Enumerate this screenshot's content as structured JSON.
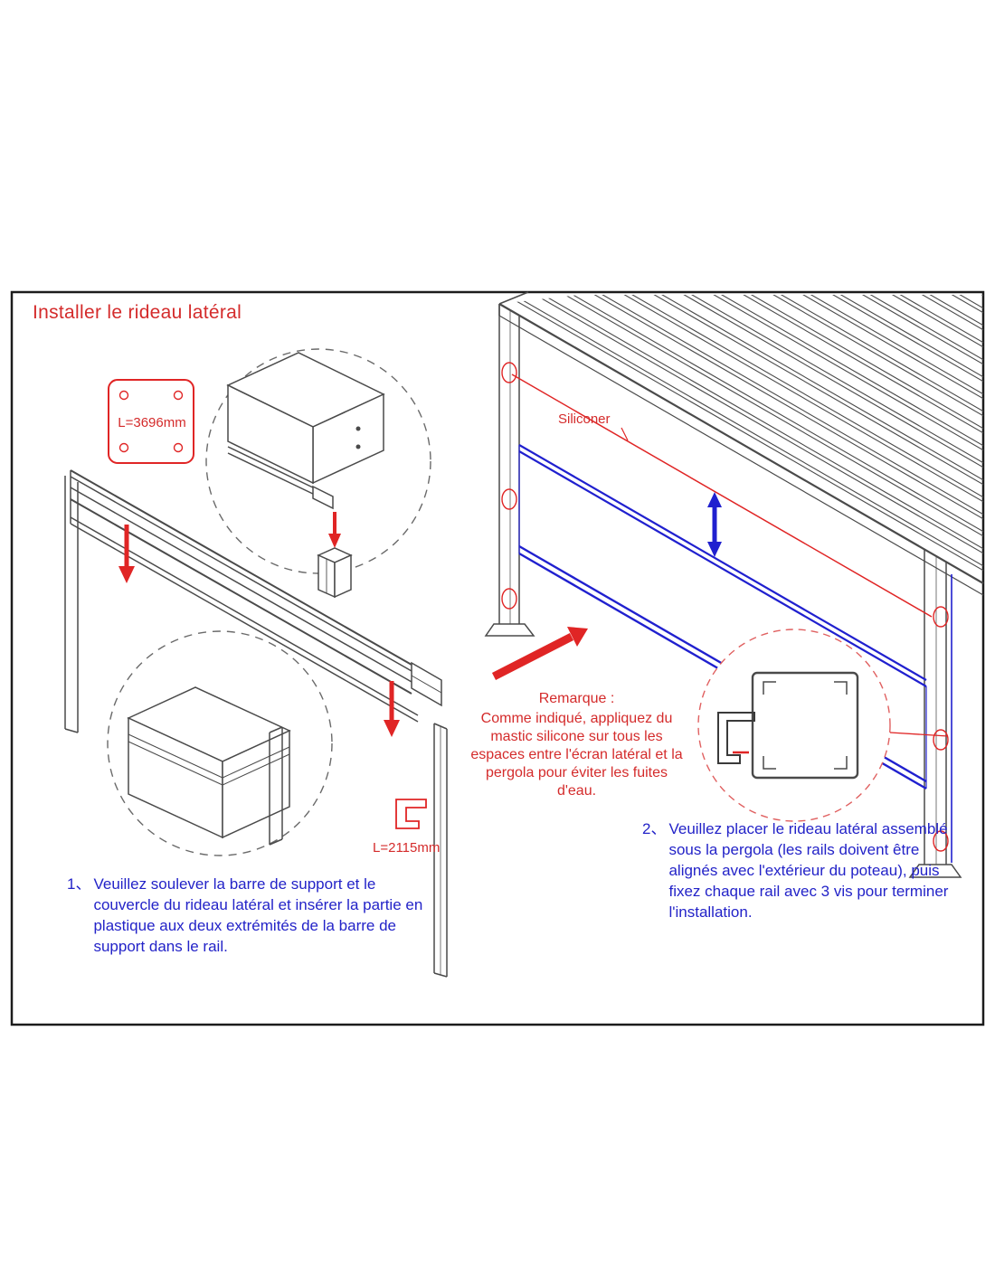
{
  "title": "Installer le rideau latéral",
  "labels": {
    "length_top": "L=3696mm",
    "length_bottom": "L=2115mm",
    "siliconer": "Siliconer"
  },
  "note": {
    "heading": "Remarque :",
    "body": "Comme indiqué, appliquez du mastic silicone sur tous les espaces entre l'écran latéral et la pergola pour éviter les fuites d'eau."
  },
  "steps": [
    {
      "number": "1、",
      "text": "Veuillez soulever la barre de support et le couvercle du rideau latéral et insérer la partie en plastique aux deux extrémités de la barre de support dans le rail."
    },
    {
      "number": "2、",
      "text": "Veuillez placer le rideau latéral assemblé sous la pergola (les rails doivent être alignés avec l'extérieur du poteau), puis fixez chaque rail avec 3 vis pour terminer l'installation."
    }
  ],
  "colors": {
    "accent_red": "#d42b2b",
    "accent_blue": "#2323c8",
    "line_ink": "#4a4a4a"
  }
}
